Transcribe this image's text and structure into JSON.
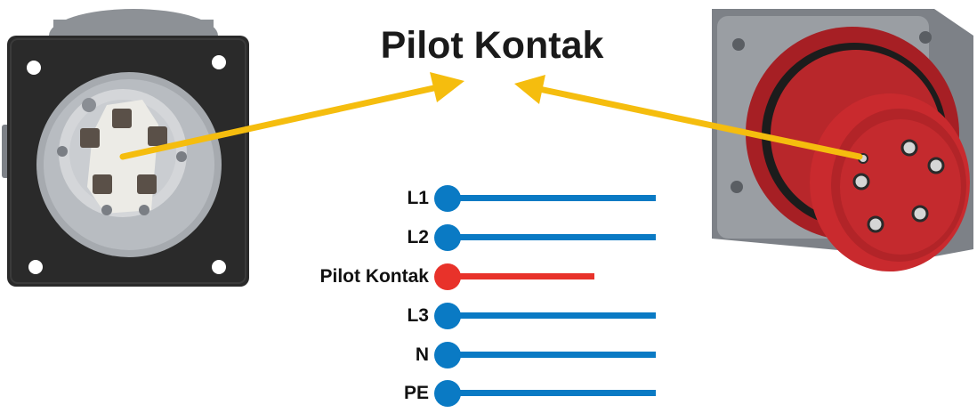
{
  "title": "Pilot Kontak",
  "colors": {
    "arrow": "#f5bd0e",
    "phase": "#0a7ac4",
    "pilot": "#e8322a",
    "socket_body": "#2a2a2a",
    "plug_body": "#c92a2e"
  },
  "images": {
    "left": "black-panel-socket-rear-terminals",
    "right": "red-5-pin-cee-panel-plug"
  },
  "wires": [
    {
      "label": "L1",
      "kind": "phase"
    },
    {
      "label": "L2",
      "kind": "phase"
    },
    {
      "label": "Pilot Kontak",
      "kind": "pilot"
    },
    {
      "label": "L3",
      "kind": "phase"
    },
    {
      "label": "N",
      "kind": "phase"
    },
    {
      "label": "PE",
      "kind": "phase"
    }
  ]
}
